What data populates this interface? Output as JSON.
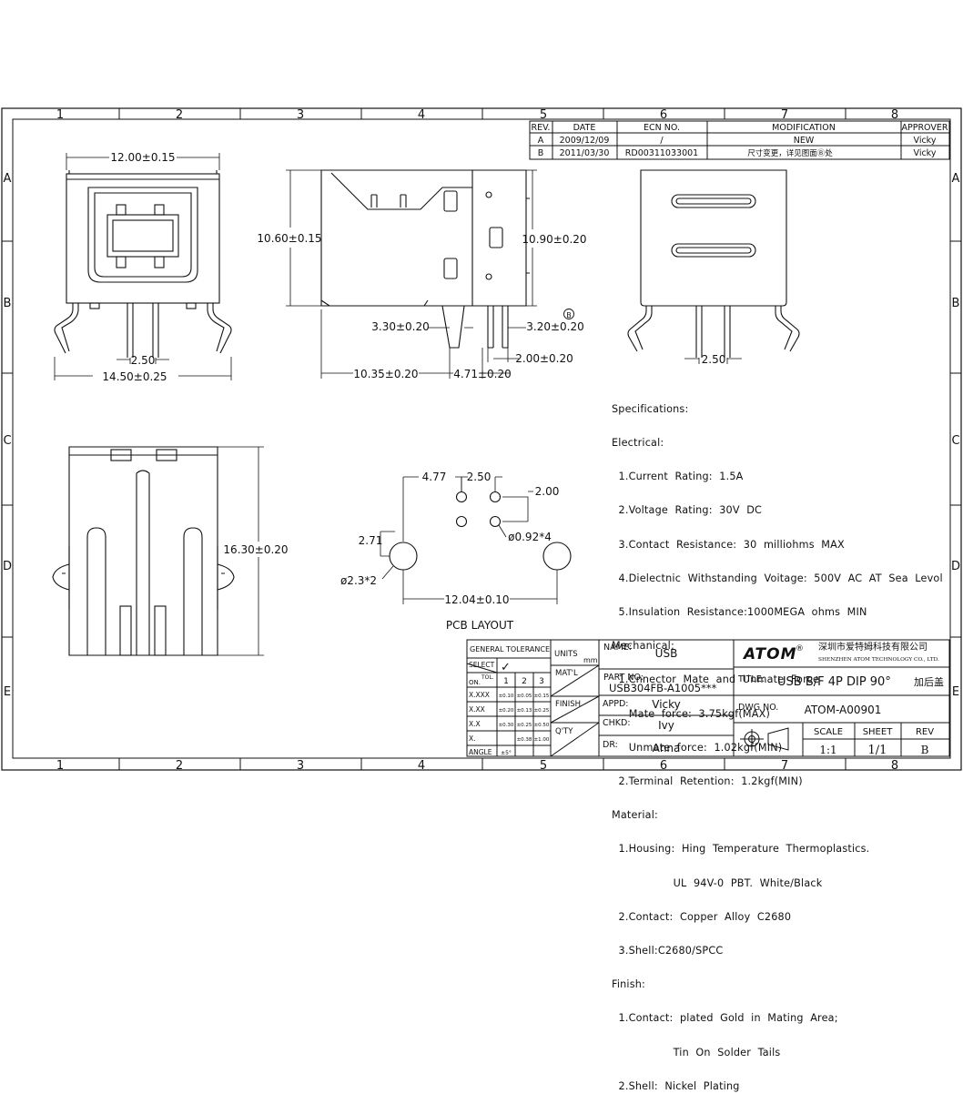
{
  "frame": {
    "columns": [
      "1",
      "2",
      "3",
      "4",
      "5",
      "6",
      "7",
      "8"
    ],
    "rows": [
      "A",
      "B",
      "C",
      "D",
      "E"
    ]
  },
  "revision_table": {
    "headers": [
      "REV.",
      "DATE",
      "ECN NO.",
      "MODIFICATION",
      "APPROVER"
    ],
    "rows": [
      [
        "A",
        "2009/12/09",
        "/",
        "NEW",
        "Vicky"
      ],
      [
        "B",
        "2011/03/30",
        "RD00311033001",
        "尺寸变更，详见图面Ⓑ处",
        "Vicky"
      ]
    ]
  },
  "dimensions": {
    "front_width": "12.00±0.15",
    "front_span": "14.50±0.25",
    "front_pitch": "2.50",
    "side_height": "10.60±0.15",
    "side_height2": "10.90±0.20",
    "side_tail": "3.30±0.20",
    "side_tail2": "3.20±0.20",
    "side_pitch2": "2.00±0.20",
    "side_depth": "10.35±0.20",
    "side_depth2": "4.71±0.20",
    "back_pitch": "2.50",
    "bottom_height": "16.30±0.20",
    "rev_marker": "B"
  },
  "pcb_layout": {
    "title": "PCB LAYOUT",
    "d1": "4.77",
    "d2": "2.50",
    "d3": "2.00",
    "d4": "2.71",
    "hole_small": "ø0.92*4",
    "hole_big": "ø2.3*2",
    "span": "12.04±0.10"
  },
  "specifications": [
    "Specifications:",
    "Electrical:",
    "  1.Current  Rating:  1.5A",
    "  2.Voltage  Rating:  30V  DC",
    "  3.Contact  Resistance:  30  milliohms  MAX",
    "  4.Dielectnic  Withstanding  Voitage:  500V  AC  AT  Sea  Levol",
    "  5.Insulation  Resistance:1000MEGA  ohms  MIN",
    "Mechanical:",
    "  1.Cnnector  Mate  and  Unmate  Force",
    "     Mate  force:  3.75kgf(MAX)",
    "     Unmate  force:  1.02kgf(MIN)",
    "  2.Terminal  Retention:  1.2kgf(MIN)",
    "Material:",
    "  1.Housing:  Hing  Temperature  Thermoplastics.",
    "                  UL  94V-0  PBT.  White/Black",
    "  2.Contact:  Copper  Alloy  C2680",
    "  3.Shell:C2680/SPCC",
    "Finish:",
    "  1.Contact:  plated  Gold  in  Mating  Area;",
    "                  Tin  On  Solder  Tails",
    "  2.Shell:  Nickel  Plating"
  ],
  "tolerance": {
    "title": "GENERAL  TOLERANCE",
    "select": "SELECT",
    "tol": "TOL.",
    "on": "ON.",
    "check": "✓",
    "cols": [
      "1",
      "2",
      "3"
    ],
    "rows": [
      {
        "label": "X.XXX",
        "vals": [
          "±0.10",
          "±0.05",
          "±0.15"
        ]
      },
      {
        "label": "X.XX",
        "vals": [
          "±0.20",
          "±0.13",
          "±0.25"
        ]
      },
      {
        "label": "X.X",
        "vals": [
          "±0.30",
          "±0.25",
          "±0.50"
        ]
      },
      {
        "label": "X.",
        "vals": [
          "",
          "±0.38",
          "±1.00"
        ]
      },
      {
        "label": "ANGLE",
        "vals": [
          "±5°",
          "",
          ""
        ]
      }
    ],
    "units": "UNITS",
    "mm": "mm",
    "matl": "MAT'L",
    "finish": "FINISH",
    "qty": "Q'TY"
  },
  "title_block": {
    "name_label": "NAME:",
    "name": "USB",
    "logo": "ATOM",
    "reg": "®",
    "company_cn": "深圳市爱特姆科技有限公司",
    "company_en": "SHENZHEN  ATOM  TECHNOLOGY  CO.,  LTD.",
    "part_label": "PART  NO:",
    "part_no": "USB304FB-A1005***",
    "title_label": "TITLE:",
    "title": "USB  B/F  4P  DIP  90°",
    "title_cn": "加后盖",
    "appd_label": "APPD:",
    "appd": "Vicky",
    "chkd_label": "CHKD:",
    "chkd": "Ivy",
    "dr_label": "DR:",
    "dr": "Anna",
    "dwg_label": "DWG  NO.",
    "dwg_no": "ATOM-A00901",
    "scale_label": "SCALE",
    "scale": "1:1",
    "sheet_label": "SHEET",
    "sheet": "1/1",
    "rev_label": "REV",
    "rev": "B"
  }
}
